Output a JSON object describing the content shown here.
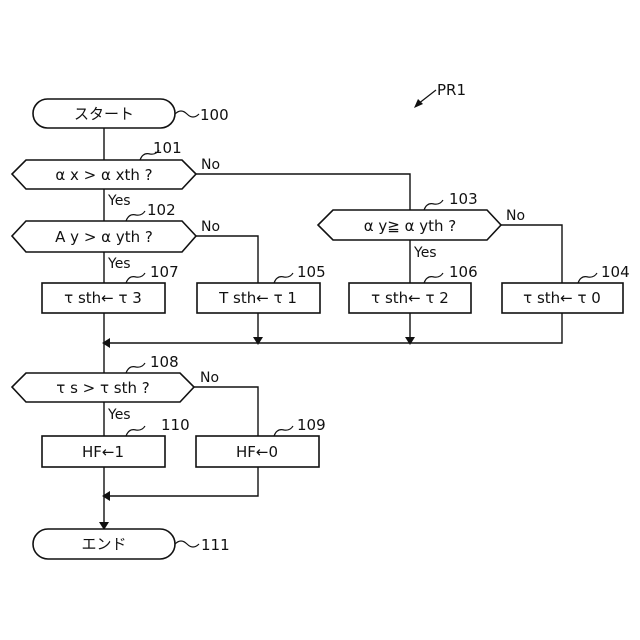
{
  "figure_label": "PR1",
  "nodes": {
    "n100": {
      "text": "スタート",
      "ref": "100"
    },
    "n101": {
      "text": "α x > α xth ?",
      "ref": "101"
    },
    "n102": {
      "text": "A y > α yth ?",
      "ref": "102"
    },
    "n103": {
      "text": "α y≧ α yth ?",
      "ref": "103"
    },
    "n107": {
      "text": "τ sth← τ 3",
      "ref": "107"
    },
    "n105": {
      "text": "T sth← τ 1",
      "ref": "105"
    },
    "n106": {
      "text": "τ sth← τ 2",
      "ref": "106"
    },
    "n104": {
      "text": "τ sth← τ 0",
      "ref": "104"
    },
    "n108": {
      "text": "τ s > τ sth ?",
      "ref": "108"
    },
    "n110": {
      "text": "HF←1",
      "ref": "110"
    },
    "n109": {
      "text": "HF←0",
      "ref": "109"
    },
    "n111": {
      "text": "エンド",
      "ref": "111"
    }
  },
  "branch_labels": {
    "yes": "Yes",
    "no": "No"
  }
}
